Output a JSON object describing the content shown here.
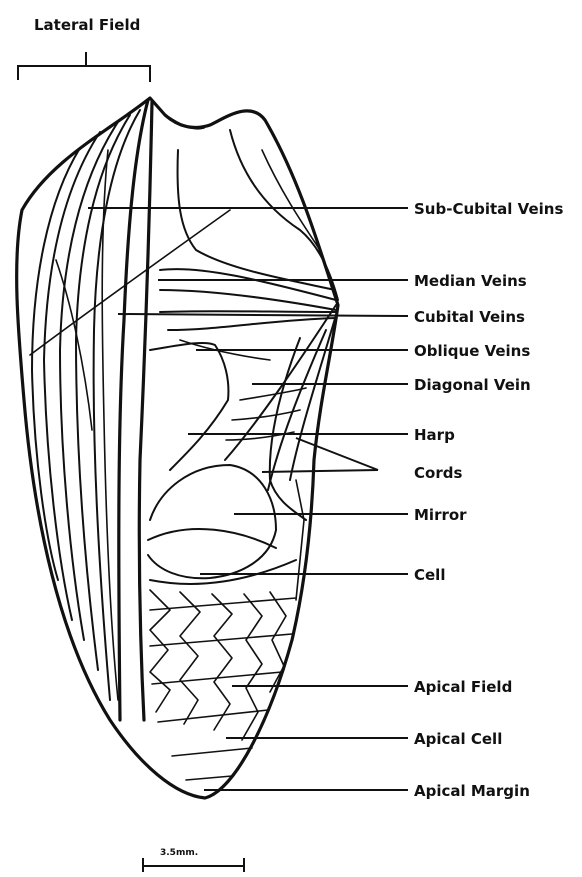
{
  "title": "Lateral Field",
  "labels": [
    {
      "key": "sub_cubital",
      "text": "Sub-Cubital Veins"
    },
    {
      "key": "median",
      "text": "Median Veins"
    },
    {
      "key": "cubital",
      "text": "Cubital Veins"
    },
    {
      "key": "oblique",
      "text": "Oblique Veins"
    },
    {
      "key": "diagonal",
      "text": "Diagonal Vein"
    },
    {
      "key": "harp",
      "text": "Harp"
    },
    {
      "key": "cords",
      "text": "Cords"
    },
    {
      "key": "mirror",
      "text": "Mirror"
    },
    {
      "key": "cell",
      "text": "Cell"
    },
    {
      "key": "apical_field",
      "text": "Apical Field"
    },
    {
      "key": "apical_cell",
      "text": "Apical Cell"
    },
    {
      "key": "apical_margin",
      "text": "Apical Margin"
    }
  ],
  "scale_bar": {
    "label": "3.5mm."
  }
}
